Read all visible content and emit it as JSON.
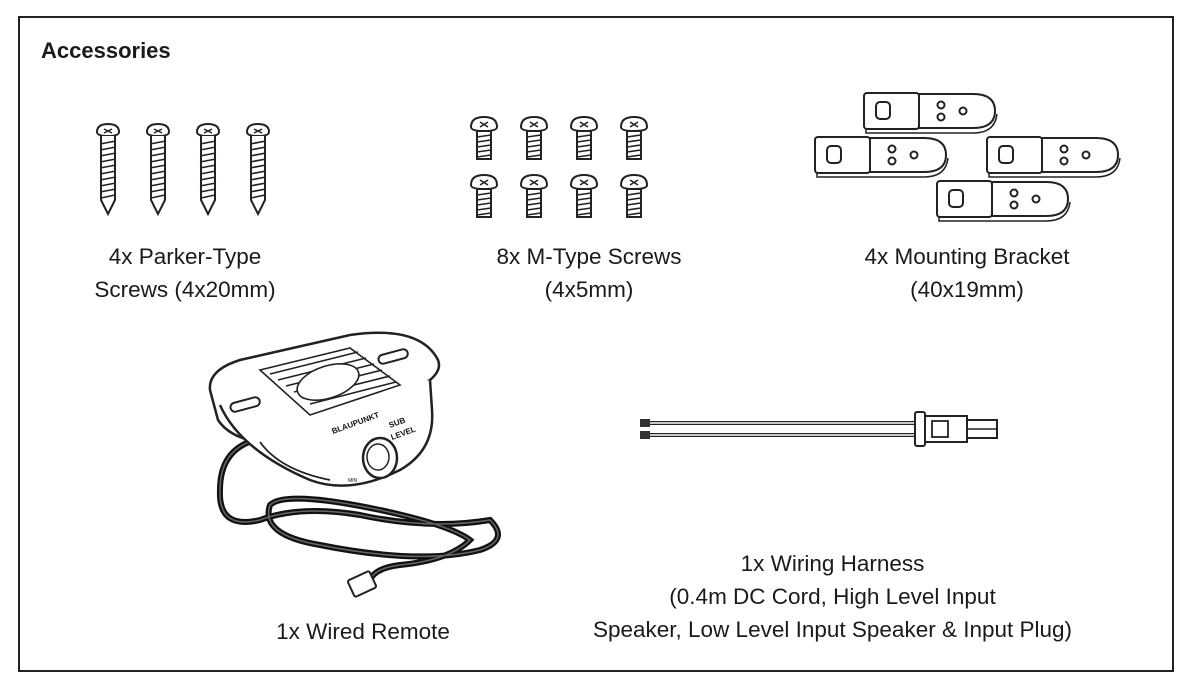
{
  "heading": "Accessories",
  "items": [
    {
      "name": "parker-screws",
      "lines": [
        "4x Parker-Type",
        "Screws (4x20mm)"
      ]
    },
    {
      "name": "m-screws",
      "lines": [
        "8x M-Type Screws",
        "(4x5mm)"
      ]
    },
    {
      "name": "mounting-bracket",
      "lines": [
        "4x Mounting Bracket",
        "(40x19mm)"
      ]
    },
    {
      "name": "wired-remote",
      "lines": [
        "1x Wired Remote"
      ]
    },
    {
      "name": "wiring-harness",
      "lines": [
        "1x Wiring Harness",
        "(0.4m DC Cord, High Level Input",
        "Speaker, Low Level Input Speaker & Input Plug)"
      ]
    }
  ],
  "remote_labels": {
    "brand": "BLAUPUNKT",
    "knob_label_1": "SUB",
    "knob_label_2": "LEVEL",
    "knob_min": "MIN"
  }
}
